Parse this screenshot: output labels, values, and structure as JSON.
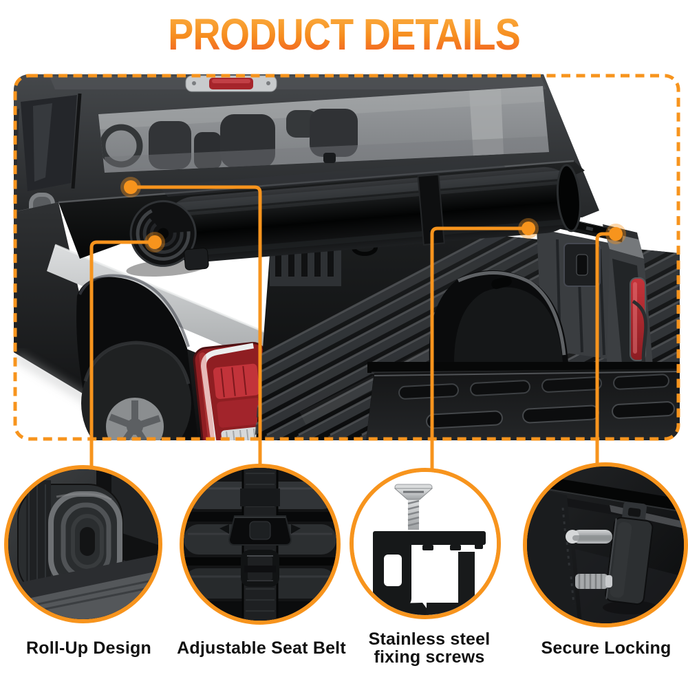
{
  "title": "PRODUCT DETAILS",
  "main_image": {
    "alt": "Black pickup truck with a roll-up tonneau cover partially rolled open over the open truck bed"
  },
  "features": [
    {
      "label": "Roll-Up Design",
      "icon": "rolled-cover-end-photo"
    },
    {
      "label": "Adjustable Seat Belt",
      "icon": "strap-buckle-photo"
    },
    {
      "label": "Stainless steel fixing screws",
      "icon": "c-clamp-screw-illustration"
    },
    {
      "label": "Secure Locking",
      "icon": "locking-bracket-photo"
    }
  ],
  "colors": {
    "accent_orange": "#F7941D",
    "title_gradient_top": "#FBB042",
    "title_gradient_mid": "#F68C1E",
    "title_gradient_bottom": "#F15D25",
    "label_text": "#111111"
  }
}
